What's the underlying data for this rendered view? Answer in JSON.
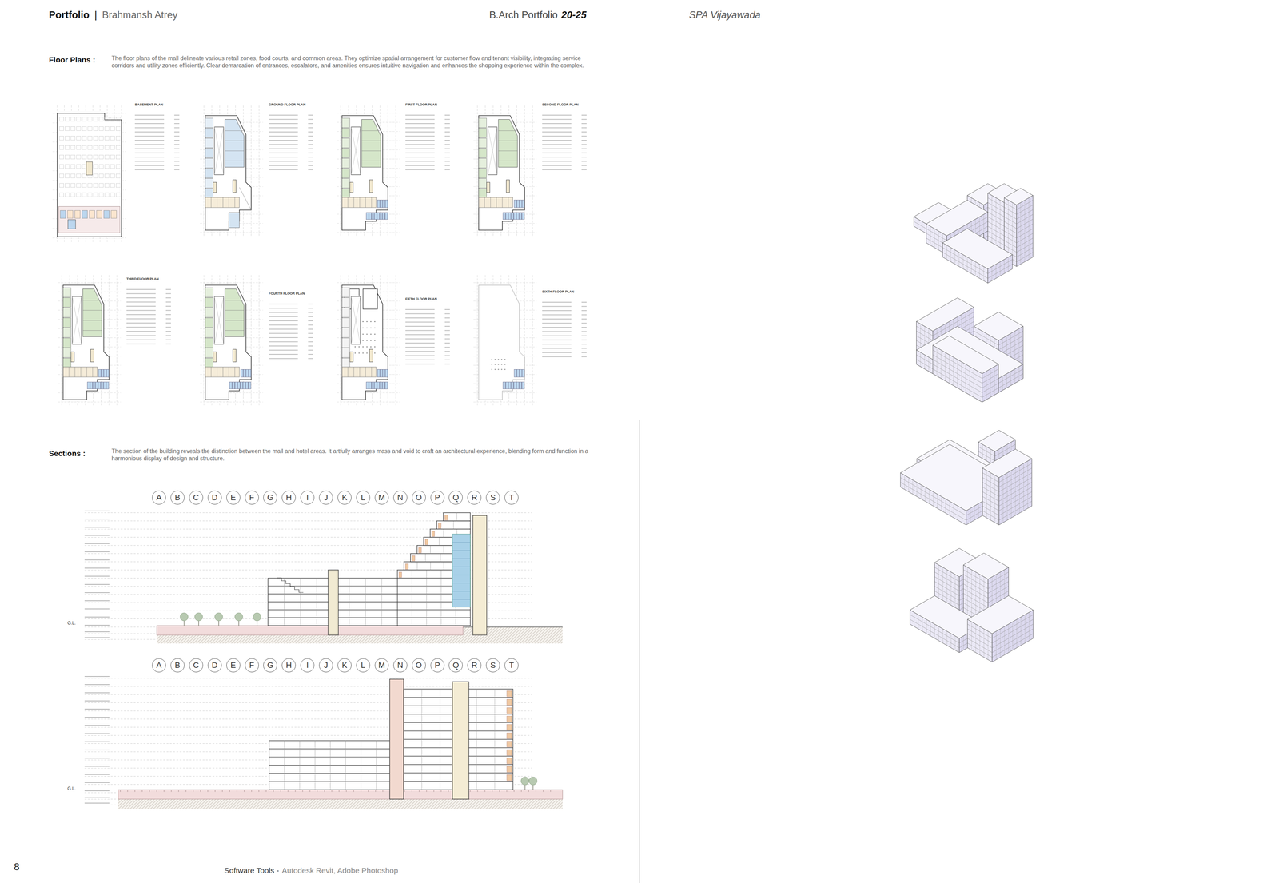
{
  "diagram": {
    "nodes": [
      {
        "text": [
          "A"
        ]
      },
      {
        "text": [
          "B"
        ]
      },
      {
        "text": [
          "C"
        ]
      },
      {
        "text": [
          "D"
        ]
      },
      {
        "text": [
          "E"
        ]
      },
      {
        "text": [
          "F"
        ]
      },
      {
        "text": [
          "G"
        ]
      },
      {
        "text": [
          "H"
        ]
      },
      {
        "text": [
          "I"
        ]
      },
      {
        "text": [
          "J"
        ]
      },
      {
        "text": [
          "K"
        ]
      },
      {
        "text": [
          "L"
        ]
      },
      {
        "text": [
          "M"
        ]
      },
      {
        "text": [
          "N"
        ]
      },
      {
        "text": [
          "O"
        ]
      },
      {
        "text": [
          "P"
        ]
      },
      {
        "text": [
          "Q"
        ]
      },
      {
        "text": [
          "R"
        ]
      },
      {
        "text": [
          "S"
        ]
      },
      {
        "text": [
          "T"
        ]
      },
      {
        "text": [
          "A"
        ]
      },
      {
        "text": [
          "B"
        ]
      },
      {
        "text": [
          "C"
        ]
      },
      {
        "text": [
          "D"
        ]
      },
      {
        "text": [
          "E"
        ]
      },
      {
        "text": [
          "F"
        ]
      },
      {
        "text": [
          "G"
        ]
      },
      {
        "text": [
          "H"
        ]
      },
      {
        "text": [
          "I"
        ]
      },
      {
        "text": [
          "J"
        ]
      },
      {
        "text": [
          "K"
        ]
      },
      {
        "text": [
          "L"
        ]
      },
      {
        "text": [
          "M"
        ]
      },
      {
        "text": [
          "N"
        ]
      },
      {
        "text": [
          "O"
        ]
      },
      {
        "text": [
          "P"
        ]
      },
      {
        "text": [
          "Q"
        ]
      },
      {
        "text": [
          "R"
        ]
      },
      {
        "text": [
          "S"
        ]
      },
      {
        "text": [
          "T"
        ]
      }
    ],
    "labels": [
      "Portfolio",
      "|",
      "Brahmansh Atrey",
      "B.Arch Portfolio",
      "20-25",
      "SPA Vijayawada",
      "Floor Plans :",
      "The floor plans of the mall delineate various retail zones, food courts, and common areas. They optimize spatial arrangement for customer flow and tenant visibility, integrating service corridors and utility zones efficiently. Clear demarcation of entrances, escalators, and amenities ensures intuitive navigation and enhances the shopping experience within the complex.",
      "Sections :",
      "The section of the building reveals the distinction between the mall and hotel areas. It artfully arranges mass and void to craft an architectural experience, blending form and function in a harmonious display of design and structure.",
      "BASEMENT PLAN",
      "GROUND FLOOR PLAN",
      "FIRST FLOOR PLAN",
      "SECOND FLOOR PLAN",
      "THIRD FLOOR PLAN",
      "FOURTH FLOOR PLAN",
      "FIFTH FLOOR PLAN",
      "SIXTH FLOOR PLAN",
      "G.L.",
      "G.L.",
      "8",
      "Software Tools -",
      "Autodesk Revit, Adobe Photoshop"
    ]
  }
}
